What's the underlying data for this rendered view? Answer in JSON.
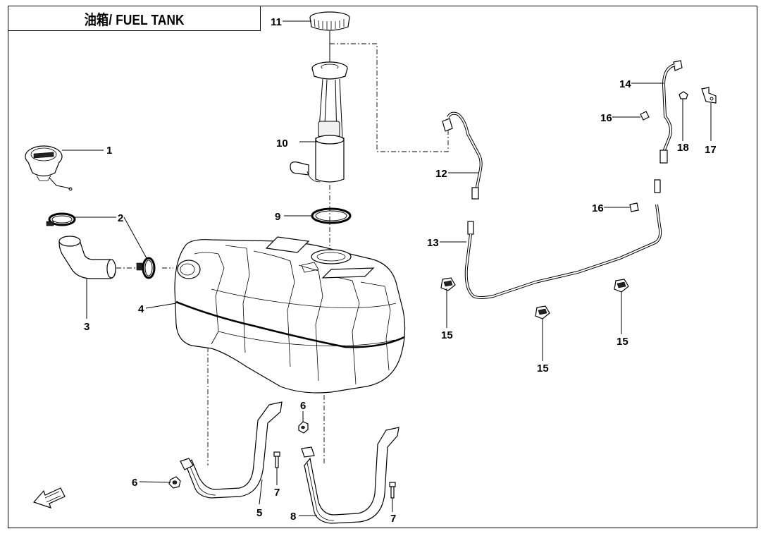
{
  "title": "油箱/ FUEL TANK",
  "callouts": {
    "c1": "1",
    "c2": "2",
    "c3": "3",
    "c4": "4",
    "c5": "5",
    "c6a": "6",
    "c6b": "6",
    "c7a": "7",
    "c7b": "7",
    "c8": "8",
    "c9": "9",
    "c10": "10",
    "c11": "11",
    "c12": "12",
    "c13": "13",
    "c14": "14",
    "c15a": "15",
    "c15b": "15",
    "c15c": "15",
    "c16a": "16",
    "c16b": "16",
    "c17": "17",
    "c18": "18"
  },
  "icons": {
    "front_arrow": "front-direction-arrow-icon"
  },
  "colors": {
    "line": "#000000",
    "background": "#ffffff"
  }
}
